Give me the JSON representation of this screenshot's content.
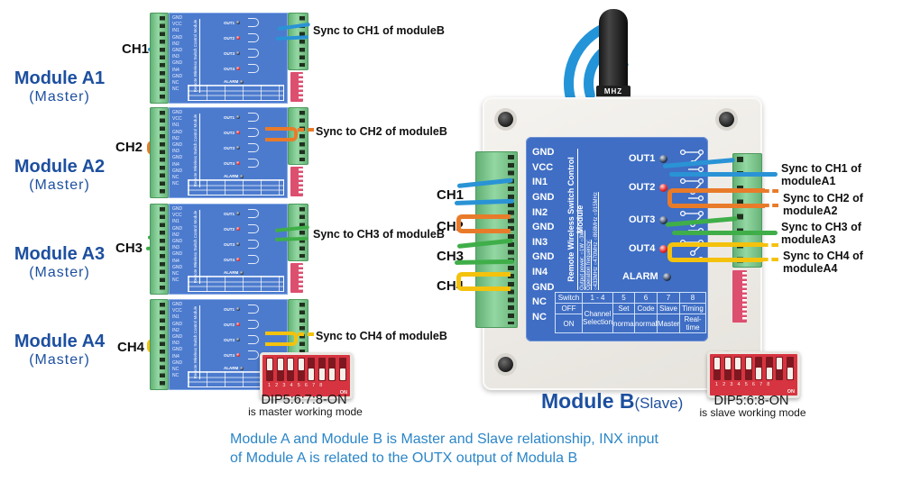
{
  "left_modules": [
    {
      "name": "Module A1",
      "role": "(Master)",
      "ch": "CH1",
      "sync": "Sync to CH1 of moduleB"
    },
    {
      "name": "Module A2",
      "role": "(Master)",
      "ch": "CH2",
      "sync": "Sync to CH2 of moduleB"
    },
    {
      "name": "Module A3",
      "role": "(Master)",
      "ch": "CH3",
      "sync": "Sync to CH3 of moduleB"
    },
    {
      "name": "Module A4",
      "role": "(Master)",
      "ch": "CH4",
      "sync": "Sync to CH4 of moduleB"
    }
  ],
  "mini_board": {
    "pins": "GND\nVCC\nIN1\nGND\nIN2\nGND\nIN3\nGND\nIN4\nGND\nNC\nNC",
    "title": "Remote Wireless Switch Control Module",
    "outs": [
      "OUT1",
      "OUT2",
      "OUT3",
      "OUT4"
    ],
    "alarm": "ALARM"
  },
  "dip_master": {
    "label": "DIP5:6:7:8-ON",
    "caption": "is master working mode",
    "numbers": "1 2 3 4 5 6 7 8",
    "on_text": "ON"
  },
  "dip_slave": {
    "label": "DIP5:6:8-ON",
    "caption": "is slave working mode",
    "numbers": "1 2 3 4 5 6 7 8",
    "on_text": "ON"
  },
  "module_b": {
    "name": "Module B",
    "role": "(Slave)",
    "antenna_text": "MHZ",
    "pins": [
      "GND",
      "VCC",
      "IN1",
      "GND",
      "IN2",
      "GND",
      "IN3",
      "GND",
      "IN4",
      "GND",
      "NC",
      "NC"
    ],
    "board_title": "Remote Wireless Switch Control Module",
    "board_sub": "Output power: ○1W ○3W\nOperation frequency:\n○433MHz ○470MHz ○868MHz ○915MHz",
    "channels": [
      "CH1",
      "CH2",
      "CH3",
      "CH4"
    ],
    "outputs": [
      "OUT1",
      "OUT2",
      "OUT3",
      "OUT4"
    ],
    "alarm": "ALARM",
    "table": {
      "h": [
        "Switch",
        "1 - 4",
        "5",
        "6",
        "7",
        "8"
      ],
      "channel_cell": "Channel\nSelection",
      "off": [
        "OFF",
        "Set",
        "Code",
        "Slave",
        "Timing"
      ],
      "on": [
        "ON",
        "normal",
        "normal",
        "Master",
        "Real-time"
      ]
    },
    "syncs": [
      "Sync to CH1 of moduleA1",
      "Sync to CH2 of moduleA2",
      "Sync to CH3 of moduleA3",
      "Sync to CH4 of moduleA4"
    ]
  },
  "footer": {
    "line1": "Module A  and Module B is Master and Slave relationship, INX input",
    "line2": "of Module A is related to the OUTX output of Modula B"
  },
  "colors": {
    "ch1": "#2a93d5",
    "ch2": "#e87b2a",
    "ch3": "#3fae49",
    "ch4": "#f4c20d",
    "panel": "#3f6ec4",
    "title_blue": "#1d4f9f",
    "footer_blue": "#2b86c8"
  }
}
